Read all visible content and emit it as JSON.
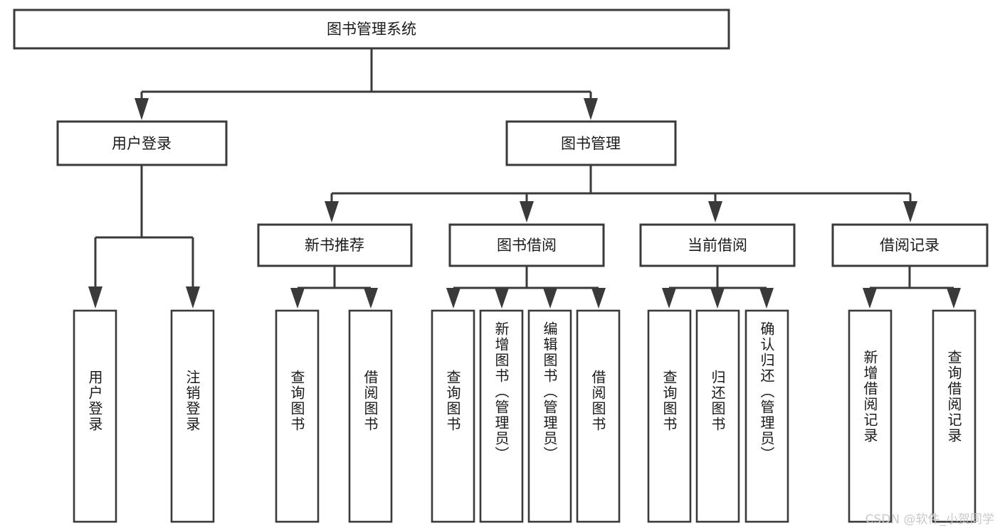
{
  "diagram": {
    "type": "tree",
    "title": "图书管理系统",
    "orientation": "top-down",
    "colors": {
      "box_stroke": "#3a3a3a",
      "box_fill": "#ffffff",
      "text": "#1a1a1a",
      "background": "#ffffff",
      "watermark": "#c9c9c9"
    },
    "root": {
      "id": "root",
      "label": "图书管理系统"
    },
    "level2": [
      {
        "id": "user-login",
        "label": "用户登录"
      },
      {
        "id": "book-manage",
        "label": "图书管理"
      }
    ],
    "level3": [
      {
        "id": "new-book-recommend",
        "label": "新书推荐",
        "parent": "book-manage"
      },
      {
        "id": "book-borrow",
        "label": "图书借阅",
        "parent": "book-manage"
      },
      {
        "id": "current-borrow",
        "label": "当前借阅",
        "parent": "book-manage"
      },
      {
        "id": "borrow-record",
        "label": "借阅记录",
        "parent": "book-manage"
      }
    ],
    "leaves": {
      "user-login": [
        {
          "id": "leaf-user-login",
          "label": "用户登录"
        },
        {
          "id": "leaf-user-logout",
          "label": "注销登录"
        }
      ],
      "new-book-recommend": [
        {
          "id": "leaf-query-book-1",
          "label": "查询图书"
        },
        {
          "id": "leaf-borrow-book-1",
          "label": "借阅图书"
        }
      ],
      "book-borrow": [
        {
          "id": "leaf-query-book-2",
          "label": "查询图书"
        },
        {
          "id": "leaf-add-book",
          "label": "新增图书（管理员）"
        },
        {
          "id": "leaf-edit-book",
          "label": "编辑图书（管理员）"
        },
        {
          "id": "leaf-borrow-book-2",
          "label": "借阅图书"
        }
      ],
      "current-borrow": [
        {
          "id": "leaf-query-book-3",
          "label": "查询图书"
        },
        {
          "id": "leaf-return-book",
          "label": "归还图书"
        },
        {
          "id": "leaf-confirm-return",
          "label": "确认归还（管理员）"
        }
      ],
      "borrow-record": [
        {
          "id": "leaf-add-record",
          "label": "新增借阅记录"
        },
        {
          "id": "leaf-query-record",
          "label": "查询借阅记录"
        }
      ]
    }
  },
  "watermark": {
    "text": "CSDN @软件_小贺同学"
  }
}
